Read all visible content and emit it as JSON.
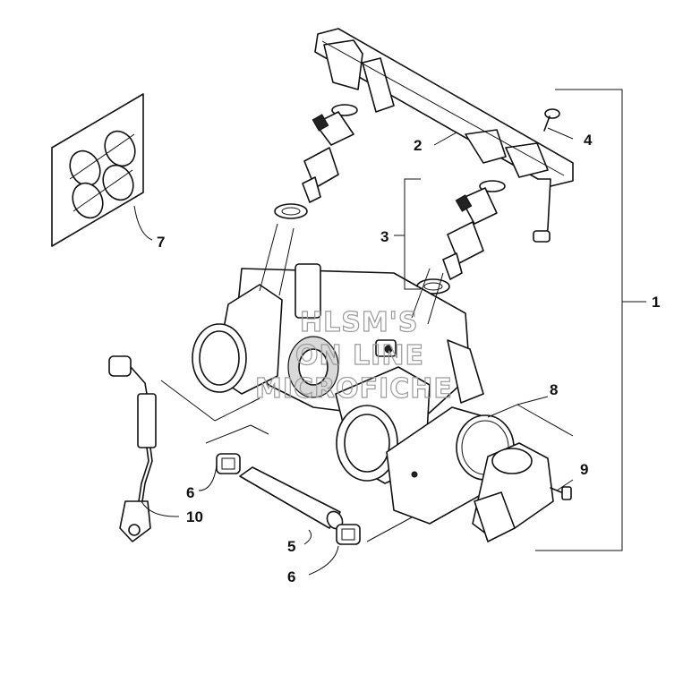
{
  "callouts": {
    "c1": "1",
    "c2": "2",
    "c3": "3",
    "c4": "4",
    "c5": "5",
    "c6a": "6",
    "c6b": "6",
    "c7": "7",
    "c8": "8",
    "c9": "9",
    "c10": "10"
  },
  "watermark": {
    "line1": "HLSM'S",
    "line2": "ON LINE",
    "line3": "MICROFICHE"
  }
}
